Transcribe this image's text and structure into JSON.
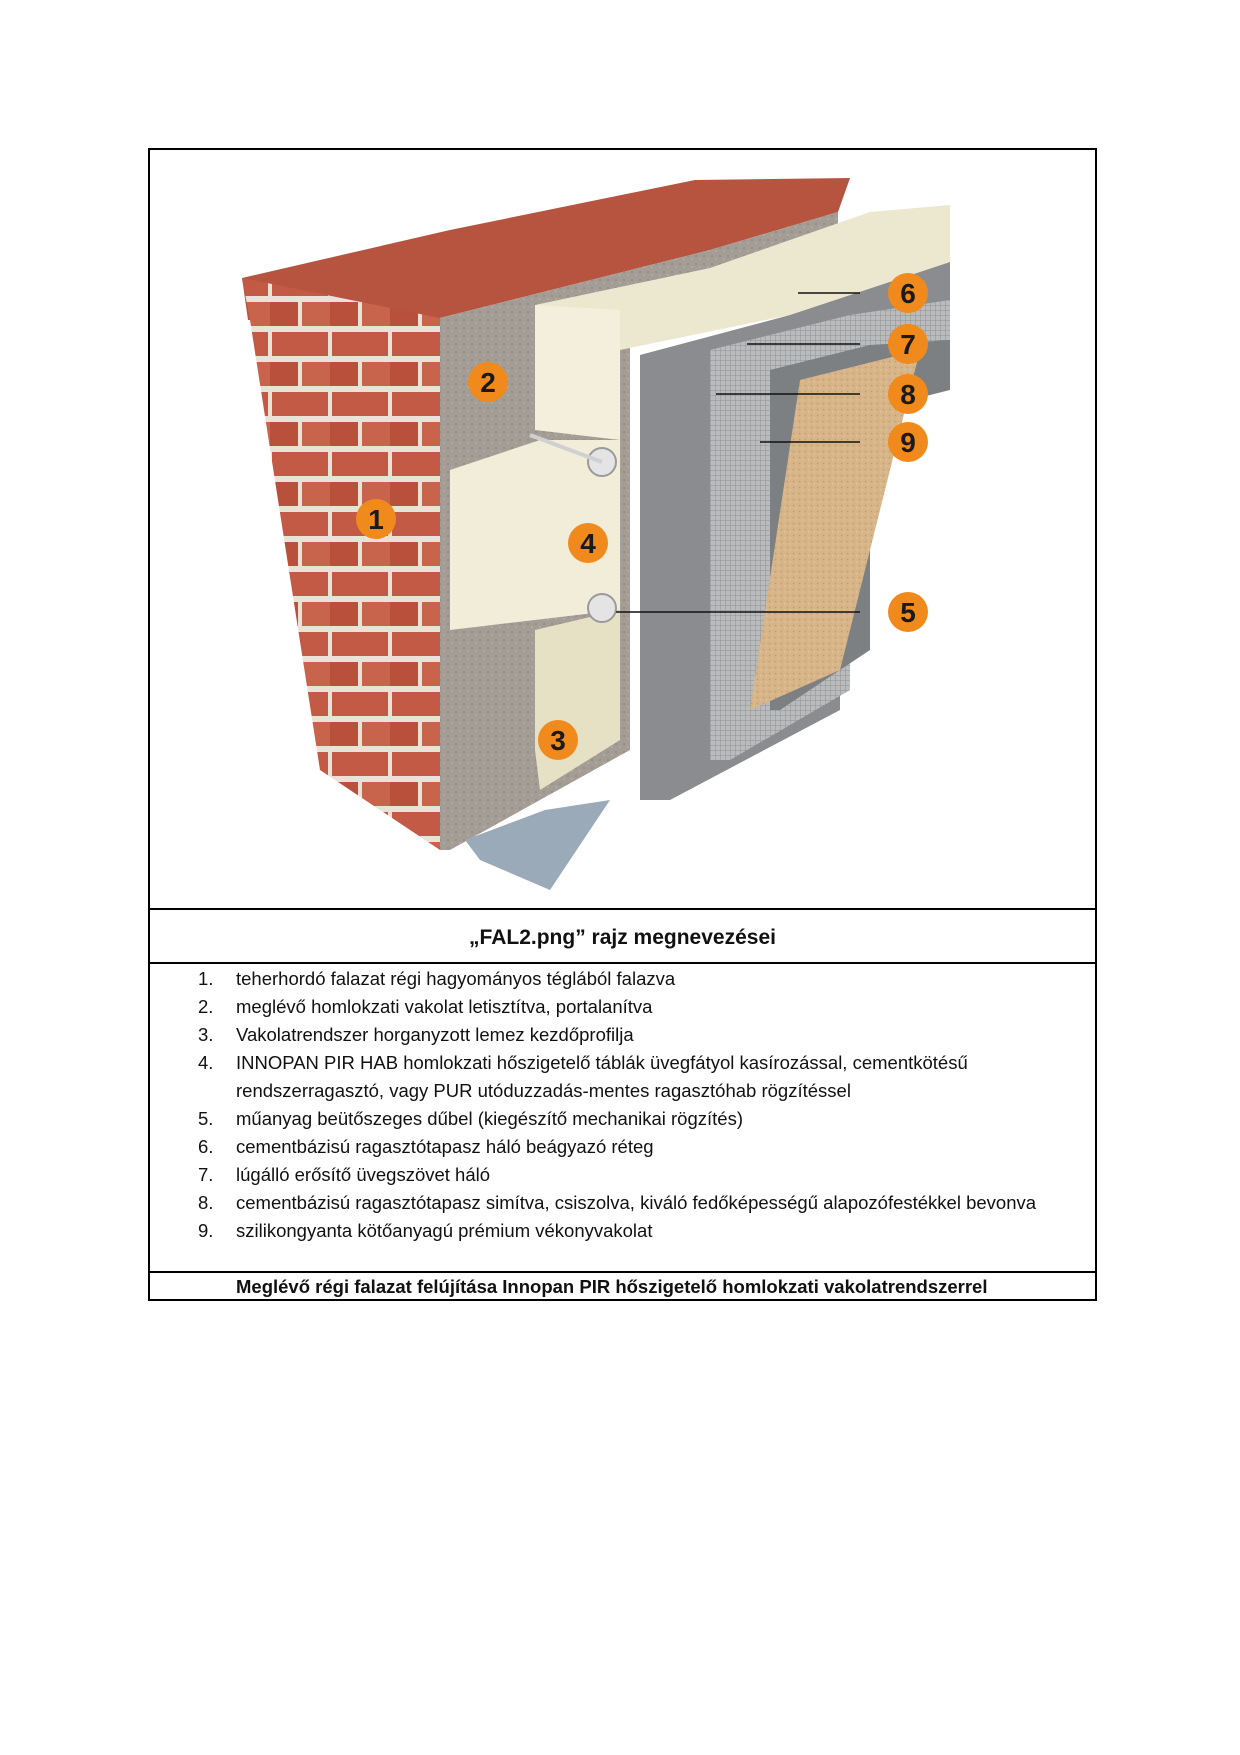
{
  "figure": {
    "markers": [
      "1",
      "2",
      "3",
      "4",
      "5",
      "6",
      "7",
      "8",
      "9"
    ],
    "colors": {
      "brick": "#c25a45",
      "mortar": "#e9e2d7",
      "render": "#a49d96",
      "foam": "#ece7cf",
      "adhesive": "#8a8c8f",
      "finish": "#d7b588",
      "badge": "#f08a1c",
      "profile": "#9aaab8"
    }
  },
  "caption": "„FAL2.png” rajz megnevezései",
  "items": [
    {
      "num": "1.",
      "text": "teherhordó falazat régi hagyományos téglából falazva"
    },
    {
      "num": "2.",
      "text": "meglévő homlokzati vakolat letisztítva, portalanítva"
    },
    {
      "num": "3.",
      "text": "Vakolatrendszer horganyzott lemez kezdőprofilja"
    },
    {
      "num": "4.",
      "text": "INNOPAN PIR HAB homlokzati hőszigetelő táblák üvegfátyol kasírozással, cementkötésű rendszerragasztó, vagy PUR utóduzzadás-mentes ragasztóhab rögzítéssel"
    },
    {
      "num": "5.",
      "text": "műanyag beütőszeges dűbel (kiegészítő mechanikai rögzítés)"
    },
    {
      "num": "6.",
      "text": "cementbázisú ragasztótapasz háló beágyazó réteg"
    },
    {
      "num": "7.",
      "text": "lúgálló erősítő üvegszövet háló"
    },
    {
      "num": "8.",
      "text": "cementbázisú ragasztótapasz simítva, csiszolva, kiváló fedőképességű alapozófestékkel bevonva"
    },
    {
      "num": "9.",
      "text": "szilikongyanta kötőanyagú prémium vékonyvakolat"
    }
  ],
  "summary": "Meglévő régi falazat felújítása Innopan PIR hőszigetelő homlokzati vakolatrendszerrel"
}
